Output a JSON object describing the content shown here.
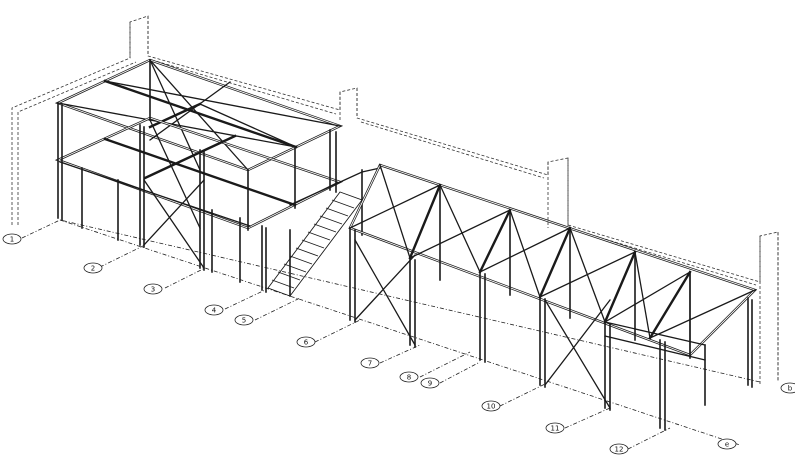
{
  "drawing": {
    "grid_labels": [
      "1",
      "2",
      "3",
      "4",
      "5",
      "6",
      "7",
      "8",
      "9",
      "10",
      "11",
      "12",
      "e",
      "b"
    ]
  }
}
